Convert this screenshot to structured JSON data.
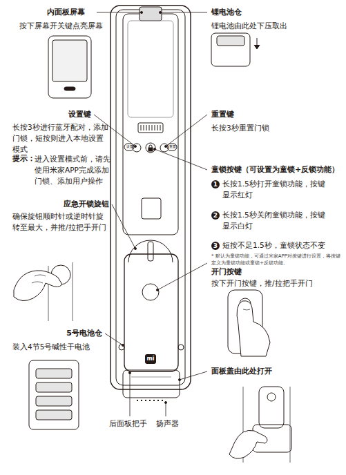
{
  "diagram": {
    "labels": [
      "内面板屏幕",
      "按下屏幕开关键点亮屏幕",
      "锂电池仓",
      "锂电池由此处下压取出",
      "设置键",
      "长按3秒进行蓝牙配对，添加门锁，短按则进入本地设置模式",
      "提示：",
      "进入设置模式前，请先使用米家APP完成添加门锁、添加用户操作",
      "重置键",
      "长按3秒重置门锁",
      "童锁按键（可设置为童锁+反锁功能）",
      "1",
      "长按1.5秒打开童锁功能，按键显示红灯",
      "2",
      "长按1.5秒关闭童锁功能，按键显示白灯",
      "3",
      "短按不足1.5秒，童锁状态不变",
      "* 默认为童锁功能，可通过米家APP对按键进行设置，将按键定义为童锁功能或童锁+反锁功能。",
      "应急开锁旋钮",
      "确保旋钮顺时针或逆时针旋转至最大，并推/拉把手开门",
      "开门按键",
      "按下开门按键，推/拉把手开门",
      "5号电池仓",
      "装入4节5号碱性干电池",
      "面板盖由此处打开",
      "后面板把手",
      "扬声器",
      "设置",
      "重置",
      "mi"
    ]
  }
}
